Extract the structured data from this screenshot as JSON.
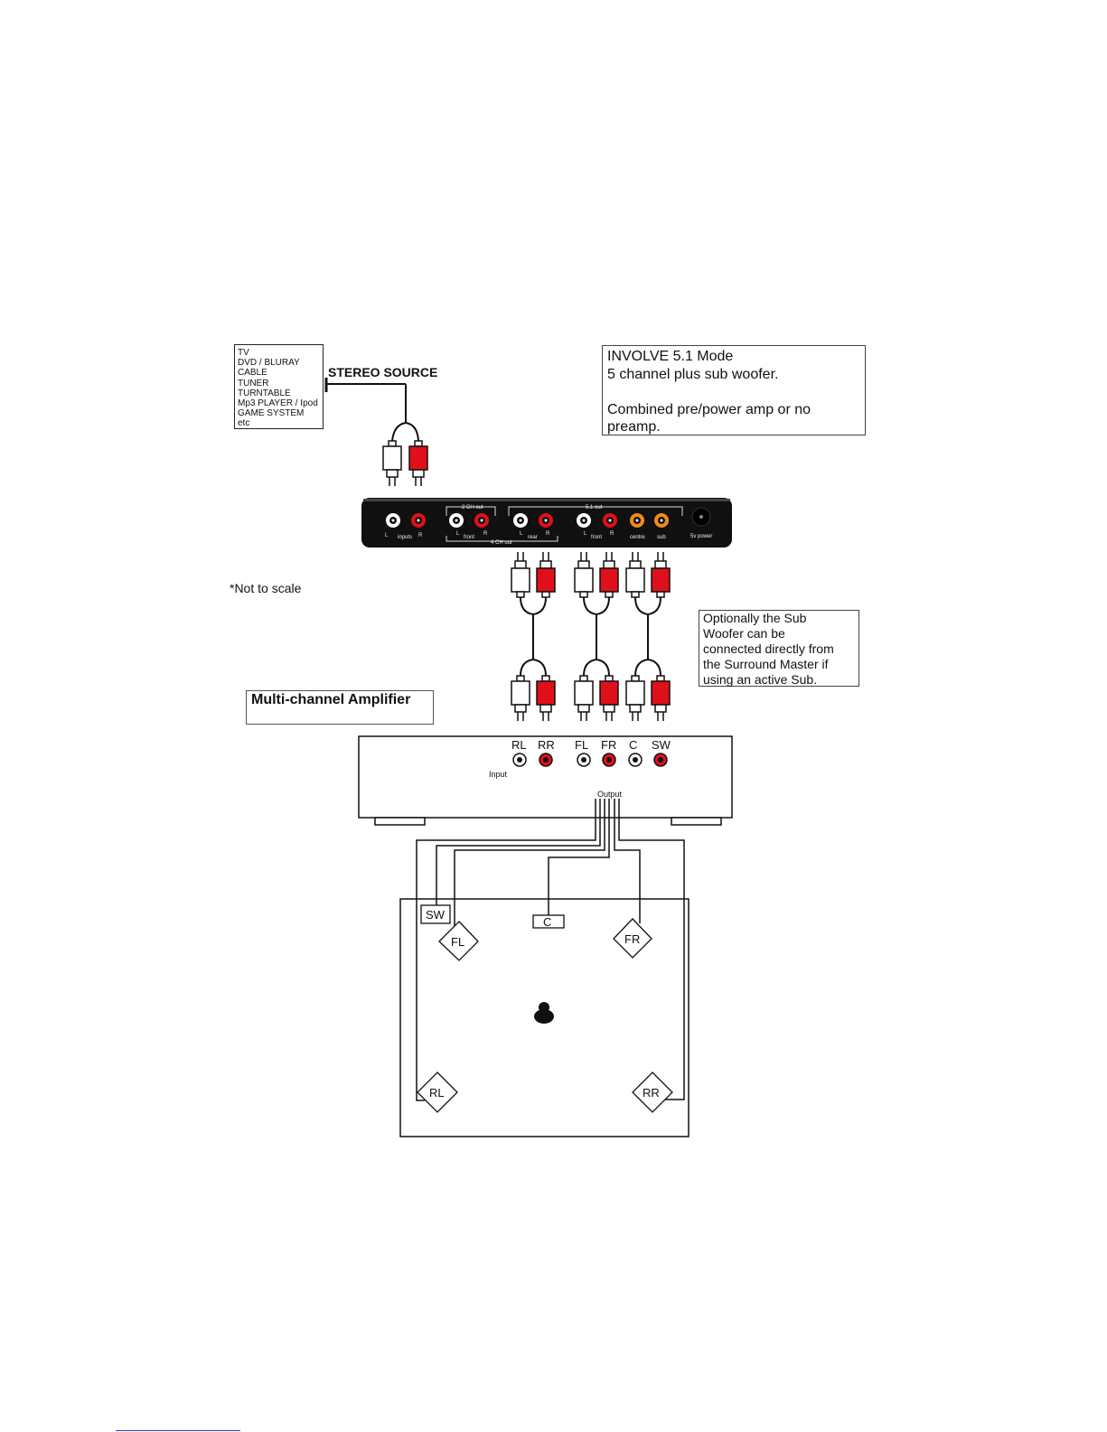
{
  "source_box": {
    "items": [
      "TV",
      "DVD / BLURAY",
      "CABLE",
      "TUNER",
      "TURNTABLE",
      "Mp3 PLAYER / Ipod",
      "GAME SYSTEM",
      "etc"
    ]
  },
  "stereo_source_label": "STEREO SOURCE",
  "mode_box": {
    "lines": [
      "INVOLVE 5.1 Mode",
      "5 channel plus sub woofer.",
      "",
      "Combined pre/power amp or no",
      "preamp."
    ]
  },
  "not_to_scale": "*Not to scale",
  "optional_box": {
    "lines": [
      "Optionally the Sub",
      "Woofer can be",
      "connected directly from",
      "the Surround Master if",
      "using an active Sub."
    ]
  },
  "amplifier_title": "Multi-channel Amplifier",
  "device": {
    "labels": {
      "two_ch_out": "2 CH out",
      "five_one_out": "5.1 out",
      "four_ch_out": "4 CH out",
      "inputs": "inputs",
      "front": "front",
      "rear": "rear",
      "centre": "centre",
      "sub": "sub",
      "power": "5v power",
      "L": "L",
      "R": "R"
    }
  },
  "amplifier": {
    "channels": [
      "RL",
      "RR",
      "FL",
      "FR",
      "C",
      "SW"
    ],
    "input_label": "Input",
    "output_label": "Output"
  },
  "room": {
    "speakers": {
      "sw": "SW",
      "c": "C",
      "fl": "FL",
      "fr": "FR",
      "rl": "RL",
      "rr": "RR"
    }
  },
  "colors": {
    "line": "#111111",
    "red_plug": "#e0101a",
    "white_plug": "#ffffff",
    "device_body": "#101010",
    "orange_jack": "#f08a1c",
    "link": "#3b3bd8"
  }
}
